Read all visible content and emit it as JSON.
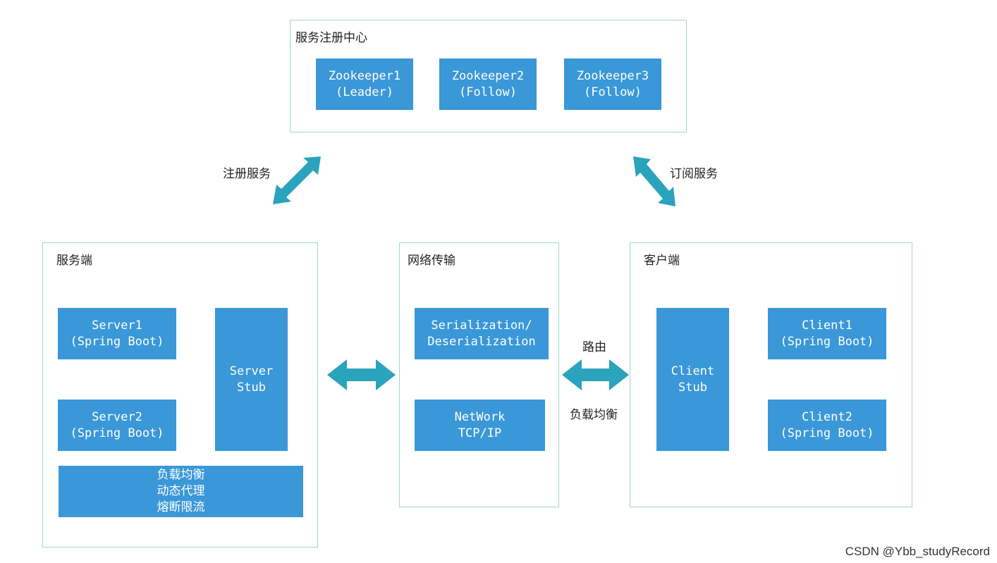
{
  "registry": {
    "title": "服务注册中心",
    "nodes": [
      {
        "line1": "Zookeeper1",
        "line2": "(Leader)"
      },
      {
        "line1": "Zookeeper2",
        "line2": "(Follow)"
      },
      {
        "line1": "Zookeeper3",
        "line2": "(Follow)"
      }
    ]
  },
  "server": {
    "title": "服务端",
    "server1": {
      "line1": "Server1",
      "line2": "(Spring Boot)"
    },
    "server2": {
      "line1": "Server2",
      "line2": "(Spring Boot)"
    },
    "stub": {
      "line1": "Server",
      "line2": "Stub"
    },
    "features": [
      "负载均衡",
      "动态代理",
      "熔断限流"
    ]
  },
  "network": {
    "title": "网络传输",
    "serialization": {
      "line1": "Serialization/",
      "line2": "Deserialization"
    },
    "transport": {
      "line1": "NetWork",
      "line2": "TCP/IP"
    }
  },
  "client": {
    "title": "客户端",
    "stub": {
      "line1": "Client",
      "line2": "Stub"
    },
    "client1": {
      "line1": "Client1",
      "line2": "(Spring Boot)"
    },
    "client2": {
      "line1": "Client2",
      "line2": "(Spring Boot)"
    }
  },
  "connections": {
    "register": "注册服务",
    "subscribe": "订阅服务",
    "routing": "路由",
    "load_balance": "负载均衡"
  },
  "watermark": "CSDN @Ybb_studyRecord",
  "colors": {
    "box": "#3a97d8",
    "border": "#9fd8c9",
    "arrow": "#2aa3bd"
  }
}
